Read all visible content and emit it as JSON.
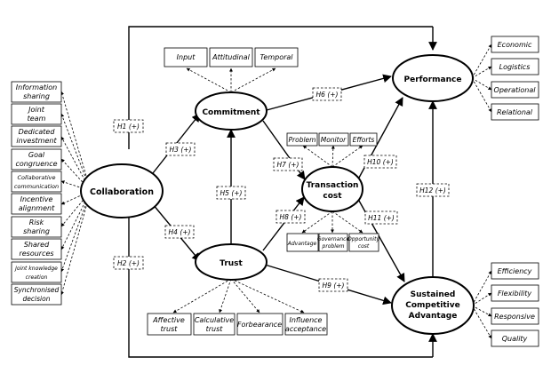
{
  "collaboration_dimensions": [
    [
      "Information",
      "sharing"
    ],
    [
      "Joint",
      "team"
    ],
    [
      "Dedicated",
      "investment"
    ],
    [
      "Goal",
      "congruence"
    ],
    [
      "Collaborative",
      "communication"
    ],
    [
      "Incentive",
      "alignment"
    ],
    [
      "Risk",
      "sharing"
    ],
    [
      "Shared",
      "resources"
    ],
    [
      "Joint knowledge",
      "creation"
    ],
    [
      "Synchronised",
      "decision"
    ]
  ],
  "constructs": {
    "collaboration": "Collaboration",
    "commitment": "Commitment",
    "trust": "Trust",
    "transaction_cost": [
      "Transaction",
      "cost"
    ],
    "performance": "Performance",
    "sca": [
      "Sustained",
      "Competitive",
      "Advantage"
    ]
  },
  "commitment_dimensions": [
    "Input",
    "Attitudinal",
    "Temporal"
  ],
  "trust_dimensions": [
    [
      "Affective",
      "trust"
    ],
    [
      "Calculative",
      "trust"
    ],
    [
      "Forbearance"
    ],
    [
      "Influence",
      "acceptance"
    ]
  ],
  "tc_top": [
    "Problem",
    "Monitor",
    "Efforts"
  ],
  "tc_bottom": [
    [
      "Advantage"
    ],
    [
      "Governance",
      "problem"
    ],
    [
      "Opportunity",
      "cost"
    ]
  ],
  "performance_dimensions": [
    "Economic",
    "Logistics",
    "Operational",
    "Relational"
  ],
  "sca_dimensions": [
    "Efficiency",
    "Flexibility",
    "Responsive",
    "Quality"
  ],
  "hypotheses": {
    "h1": "H1 (+)",
    "h2": "H2 (+)",
    "h3": "H3 (+)",
    "h4": "H4 (+)",
    "h5": "H5 (+)",
    "h6": "H6 (+)",
    "h7": "H7 (+)",
    "h8": "H8 (+)",
    "h9": "H9 (+)",
    "h10": "H10 (+)",
    "h11": "H11 (+)",
    "h12": "H12 (+)"
  }
}
